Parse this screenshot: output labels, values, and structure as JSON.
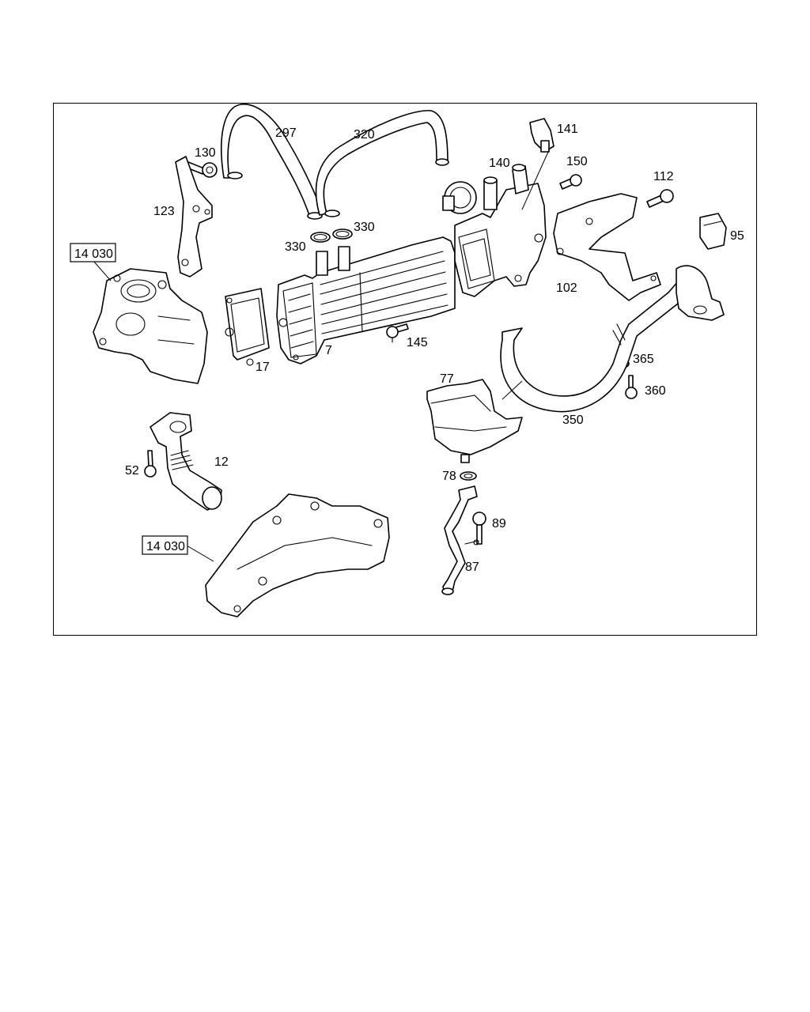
{
  "diagram": {
    "ref_boxes": [
      "14 030",
      "14 030"
    ],
    "labels": {
      "p297": "297",
      "p320": "320",
      "p141": "141",
      "p130": "130",
      "p140": "140",
      "p150": "150",
      "p112": "112",
      "p123": "123",
      "p330a": "330",
      "p330b": "330",
      "p95": "95",
      "p102": "102",
      "p7": "7",
      "p145": "145",
      "p17": "17",
      "p365": "365",
      "p360": "360",
      "p77": "77",
      "p350": "350",
      "p12": "12",
      "p52": "52",
      "p78": "78",
      "p89": "89",
      "p87": "87"
    }
  }
}
